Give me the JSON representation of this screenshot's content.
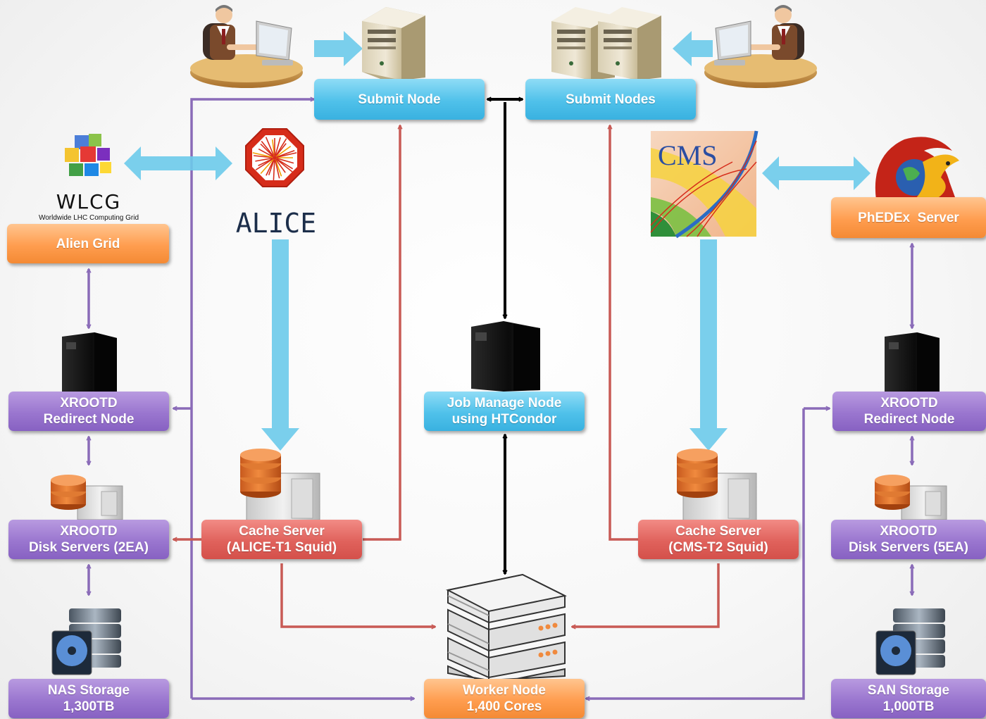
{
  "logos": {
    "wlcg_text": "WLCG",
    "wlcg_subtitle": "Worldwide LHC Computing Grid",
    "alice_text": "ALICE",
    "cms_text": "CMS"
  },
  "nodes": {
    "submit_node": "Submit Node",
    "submit_nodes": "Submit Nodes",
    "alien_grid": "Alien Grid",
    "phedex_server": "PhEDEx  Server",
    "xrootd_redirect_left": [
      "XROOTD",
      "Redirect Node"
    ],
    "xrootd_redirect_right": [
      "XROOTD",
      "Redirect Node"
    ],
    "job_manage_node": [
      "Job Manage Node",
      "using HTCondor"
    ],
    "cache_server_alice": [
      "Cache Server",
      "(ALICE-T1 Squid)"
    ],
    "cache_server_cms": [
      "Cache Server",
      "(CMS-T2 Squid)"
    ],
    "xrootd_disk_left": [
      "XROOTD",
      "Disk Servers (2EA)"
    ],
    "xrootd_disk_right": [
      "XROOTD",
      "Disk Servers (5EA)"
    ],
    "nas_storage": [
      "NAS Storage",
      "1,300TB"
    ],
    "san_storage": [
      "SAN Storage",
      "1,000TB"
    ],
    "worker_node": [
      "Worker Node",
      "1,400 Cores"
    ]
  },
  "colors": {
    "blue_box": "#4fc1ea",
    "orange_box": "#ff9d4f",
    "purple_box": "#9a76cf",
    "red_box": "#e0625c",
    "purple_line": "#8a6bb8",
    "red_line": "#c85a55",
    "light_blue_arrow": "#6ccaea",
    "black_arrow": "#000000"
  },
  "icons": [
    "user-at-computer-icon",
    "tower-server-icon",
    "rack-server-icon",
    "database-server-icon",
    "storage-drive-icon",
    "worker-server-stack-icon",
    "wlcg-cube-logo",
    "alice-logo",
    "cms-logo",
    "phedex-firebird-logo"
  ]
}
